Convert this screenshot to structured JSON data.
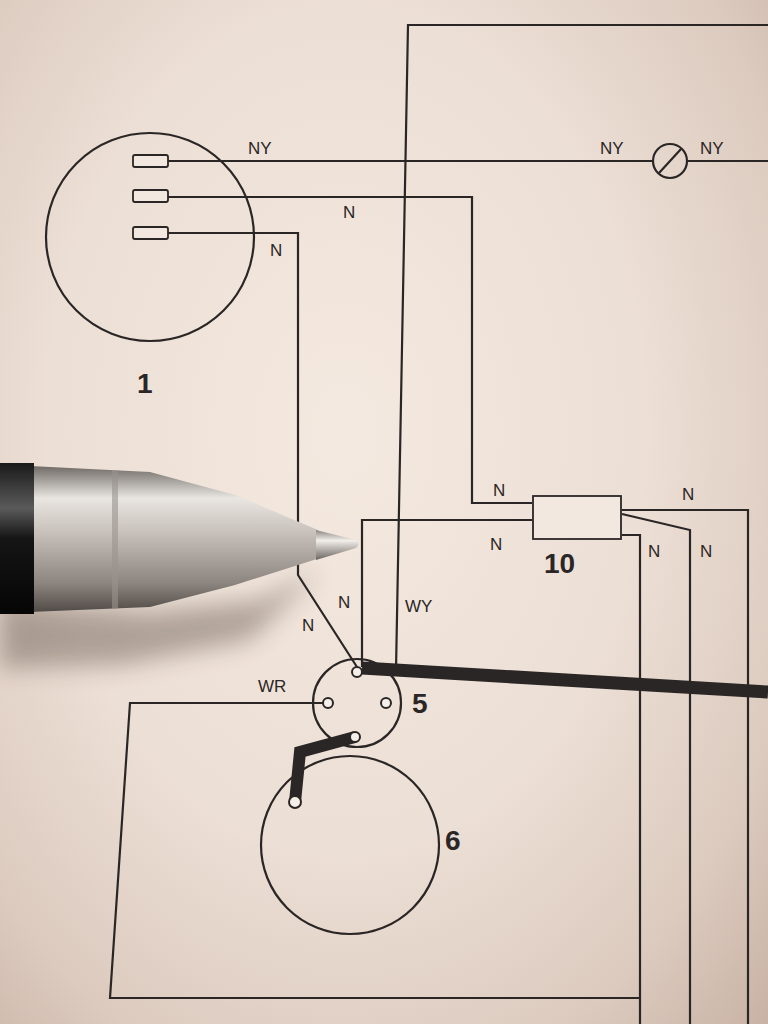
{
  "diagram": {
    "nodes": [
      {
        "text": [
          "1"
        ]
      },
      {
        "text": [
          "10"
        ]
      },
      {
        "text": [
          "5"
        ]
      },
      {
        "text": [
          "6"
        ]
      }
    ],
    "edges": [
      {
        "from": 0,
        "to": 1,
        "arrow": "none",
        "label": "N"
      },
      {
        "from": 0,
        "to": 2,
        "arrow": "none",
        "label": "N"
      },
      {
        "from": 1,
        "to": 2,
        "arrow": "none",
        "label": "N"
      },
      {
        "from": 2,
        "to": 3,
        "arrow": "none"
      }
    ],
    "labels": [
      "NY",
      "NY",
      "NY",
      "N",
      "N",
      "N",
      "N",
      "N",
      "WY",
      "N",
      "WR"
    ]
  }
}
